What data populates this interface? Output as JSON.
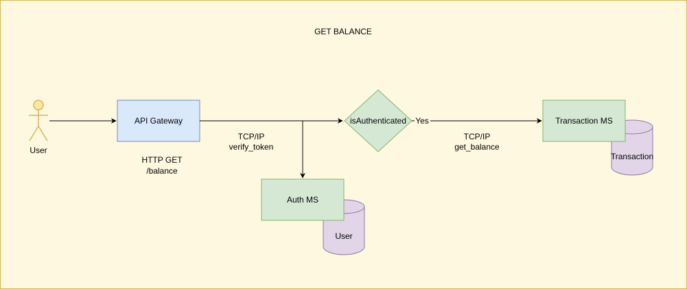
{
  "title": "GET BALANCE",
  "actor": {
    "label": "User"
  },
  "nodes": {
    "api_gateway": {
      "label": "API Gateway"
    },
    "is_authenticated": {
      "label": "isAuthenticated"
    },
    "auth_ms": {
      "label": "Auth MS"
    },
    "transaction_ms": {
      "label": "Transaction MS"
    }
  },
  "databases": {
    "user_db": {
      "label": "User"
    },
    "transaction_db": {
      "label": "Transaction"
    }
  },
  "edge_labels": {
    "http_line1": "HTTP GET",
    "http_line2": "/balance",
    "verify_line1": "TCP/IP",
    "verify_line2": "verify_token",
    "yes": "Yes",
    "balance_line1": "TCP/IP",
    "balance_line2": "get_balance"
  },
  "colors": {
    "background": "#fff8e1",
    "actor_fill": "#ffe6a6",
    "actor_stroke": "#d6b656",
    "gateway_fill": "#dae8fc",
    "gateway_stroke": "#6c8ebf",
    "ms_fill": "#d5e8d4",
    "ms_stroke": "#82b366",
    "db_fill": "#e1d5e7",
    "db_stroke": "#9673a6"
  }
}
